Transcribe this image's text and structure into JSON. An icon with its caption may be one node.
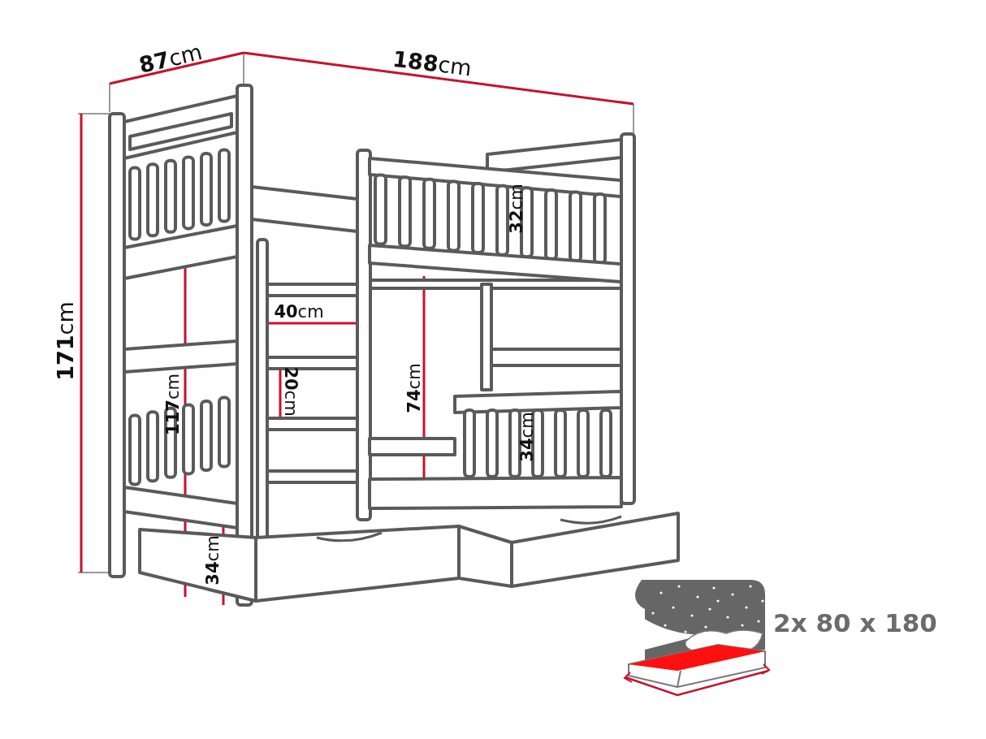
{
  "diagram": {
    "labels": [
      "**87**cm",
      "**188**cm",
      "**171**cm",
      "**32**cm",
      "**40**cm",
      "**20**cm",
      "**117**cm",
      "**74**cm",
      "**34**cm",
      "**34**cm",
      "2x 80 x 180"
    ]
  }
}
